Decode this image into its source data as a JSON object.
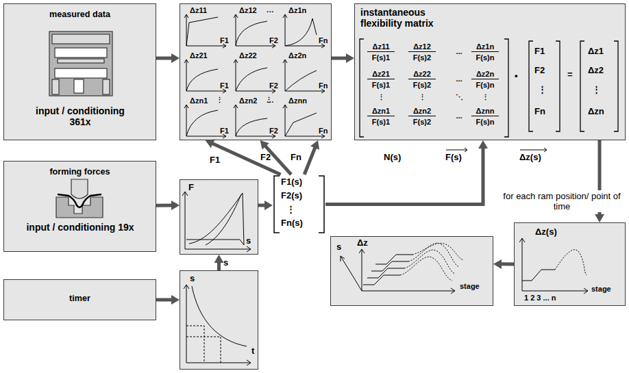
{
  "diagram": {
    "nodes": [
      {
        "text": [
          "measured data",
          "input / conditioning 361x"
        ]
      },
      {
        "text": [
          "Δz11",
          "F1",
          "Δz12",
          "F2",
          "···",
          "Δz1n",
          "Fn",
          "Δz21",
          "F1",
          "Δz22",
          "F2",
          "Δz2n",
          "Fn",
          "⋮",
          "⋮",
          "Δzn1",
          "F1",
          "Δzn2",
          "F2",
          "···",
          "Δznn",
          "Fn"
        ]
      },
      {
        "text": [
          "instantaneous flexibility matrix",
          "Δz11",
          "F(s)1",
          "Δz12",
          "F(s)2",
          "...",
          "Δz1n",
          "F(s)n",
          "Δz21",
          "F(s)1",
          "Δz22",
          "F(s)2",
          "...",
          "Δz2n",
          "F(s)n",
          "⋮",
          "⋮",
          "⋱",
          "⋮",
          "Δzn1",
          "F(s)1",
          "Δzn2",
          "F(s)2",
          "...",
          "Δznn",
          "F(s)n",
          "•",
          "F1",
          "F2",
          "⋮",
          "Fn",
          "=",
          "Δz1",
          "Δz2",
          "⋮",
          "Δzn"
        ]
      },
      {
        "text": [
          "forming forces",
          "input / conditioning 19x"
        ]
      },
      {
        "text": [
          "F",
          "s"
        ]
      },
      {
        "text": [
          "F1(s)",
          "F2(s)",
          "⋮",
          "Fn(s)"
        ]
      },
      {
        "text": [
          "timer"
        ]
      },
      {
        "text": [
          "s",
          "t"
        ]
      },
      {
        "text": [
          "Δz(s)",
          "1 2 3 ... n",
          "stage"
        ]
      },
      {
        "text": [
          "s",
          "Δz",
          "stage"
        ]
      }
    ],
    "edges": [
      {
        "from": 0,
        "to": 1,
        "arrow": "to"
      },
      {
        "from": 1,
        "to": 2,
        "arrow": "to"
      },
      {
        "from": 3,
        "to": 4,
        "arrow": "to"
      },
      {
        "from": 4,
        "to": 5,
        "arrow": "to"
      },
      {
        "from": 6,
        "to": 7,
        "arrow": "to"
      },
      {
        "from": 7,
        "to": 4,
        "label": "s",
        "arrow": "to"
      },
      {
        "from": 5,
        "to": 1,
        "label": "F1",
        "arrow": "to"
      },
      {
        "from": 5,
        "to": 1,
        "label": "F2",
        "arrow": "to"
      },
      {
        "from": 5,
        "to": 1,
        "label": "Fn",
        "arrow": "to"
      },
      {
        "from": 5,
        "to": 2,
        "arrow": "to"
      },
      {
        "from": 2,
        "to": 8,
        "label": "for each ram position/ point of time",
        "arrow": "to"
      },
      {
        "from": 8,
        "to": 9,
        "arrow": "to"
      }
    ],
    "labels": [
      "N(s)",
      "F(s)",
      "Δz(s)"
    ]
  }
}
